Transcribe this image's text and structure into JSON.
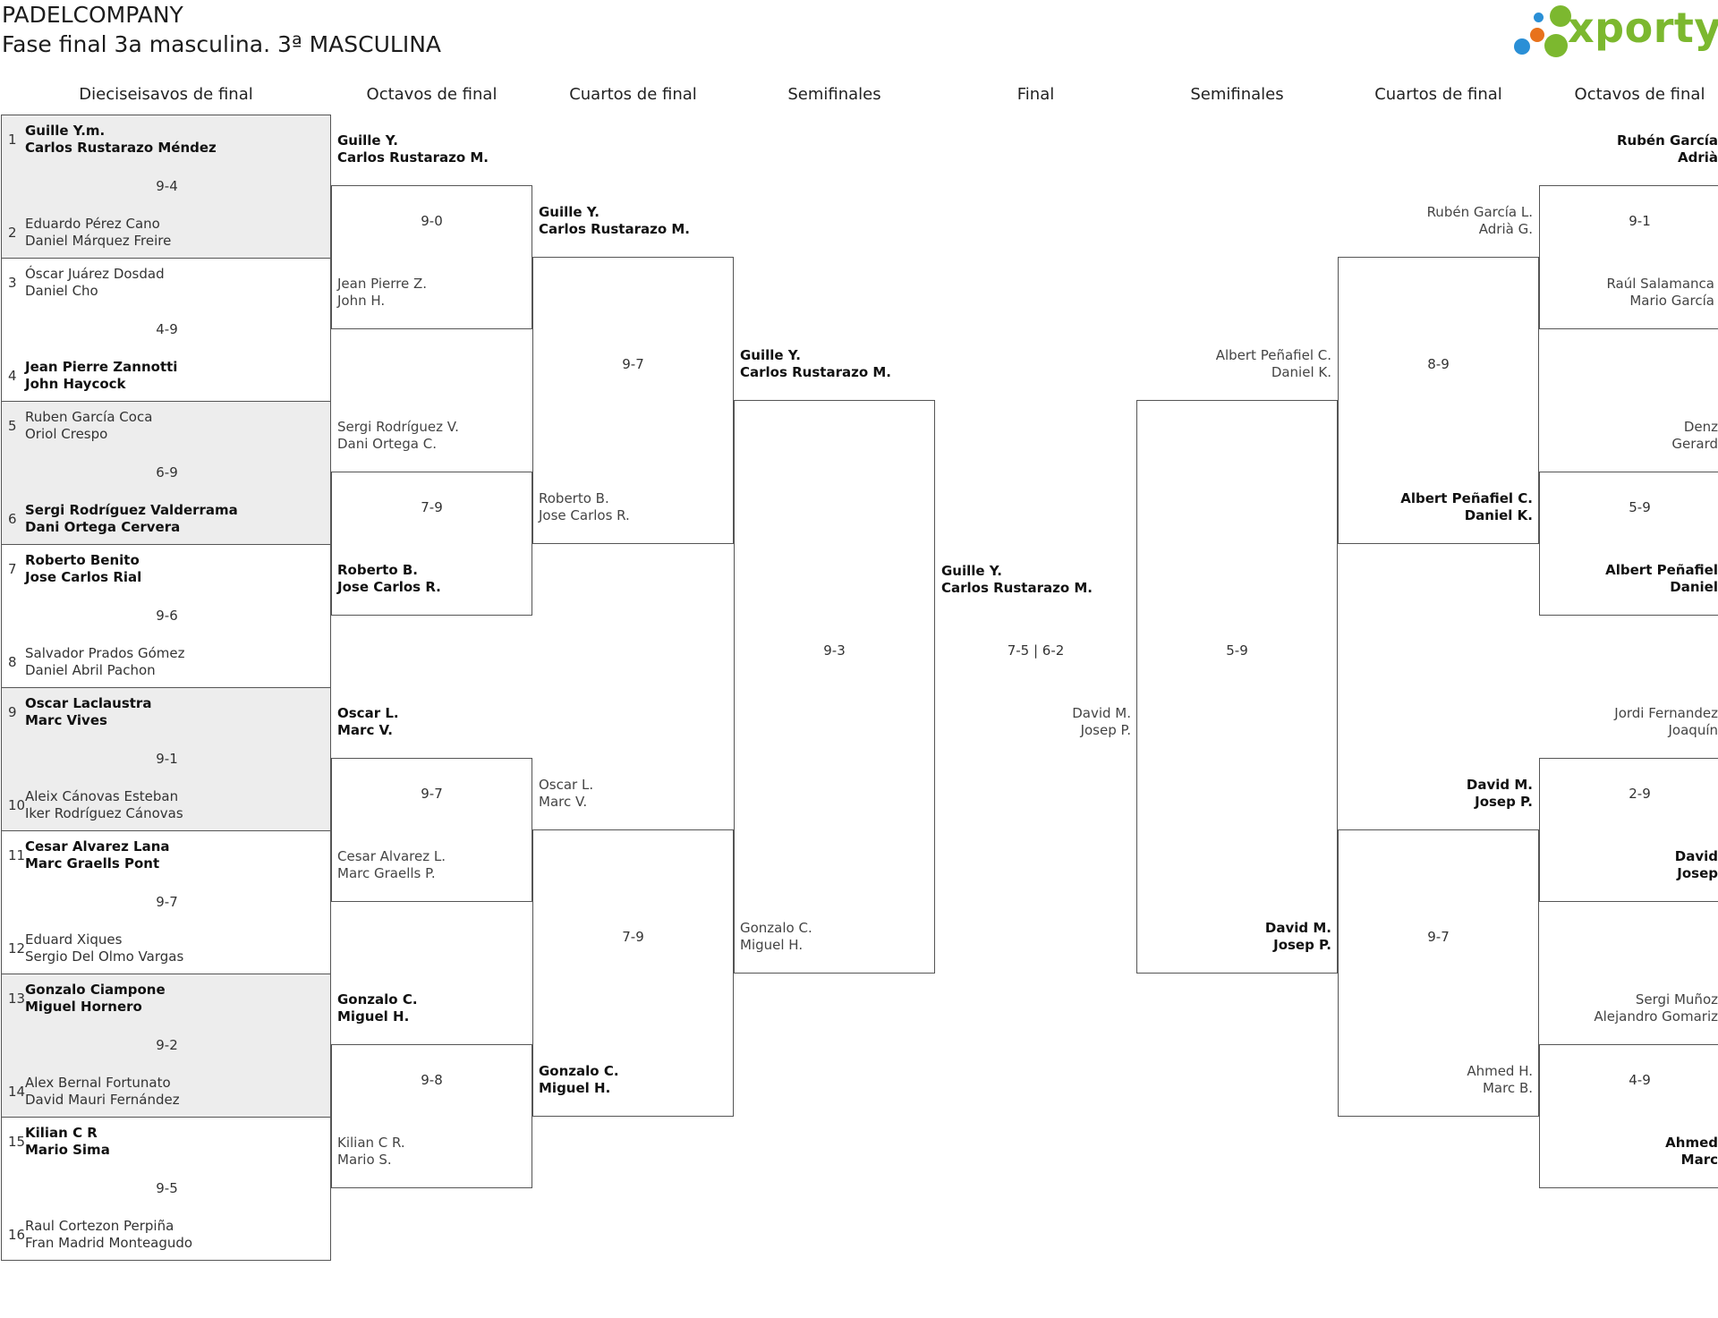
{
  "header": {
    "club": "PADELCOMPANY",
    "title": "Fase final 3a masculina. 3ª MASCULINA",
    "logo_text": "xporty",
    "logo_colors": [
      "#7cb82f",
      "#2a8fd6",
      "#e8721c"
    ]
  },
  "round_headers": [
    "Dieciseisavos de final",
    "Octavos de final",
    "Cuartos de final",
    "Semifinales",
    "Final",
    "Semifinales",
    "Cuartos de final",
    "Octavos de final"
  ],
  "r32": [
    {
      "seed_a": "1",
      "a1": "Guille Y.m.",
      "a2": "Carlos Rustarazo Méndez",
      "score": "9-4",
      "seed_b": "2",
      "b1": "Eduardo Pérez Cano",
      "b2": "Daniel Márquez Freire"
    },
    {
      "seed_a": "3",
      "a1": "Óscar Juárez Dosdad",
      "a2": "Daniel Cho",
      "score": "4-9",
      "seed_b": "4",
      "b1": "Jean Pierre Zannotti",
      "b2": "John Haycock"
    },
    {
      "seed_a": "5",
      "a1": "Ruben García Coca",
      "a2": "Oriol Crespo",
      "score": "6-9",
      "seed_b": "6",
      "b1": "Sergi Rodríguez Valderrama",
      "b2": "Dani Ortega Cervera"
    },
    {
      "seed_a": "7",
      "a1": "Roberto Benito",
      "a2": "Jose Carlos Rial",
      "score": "9-6",
      "seed_b": "8",
      "b1": "Salvador Prados Gómez",
      "b2": "Daniel Abril Pachon"
    },
    {
      "seed_a": "9",
      "a1": "Oscar Laclaustra",
      "a2": "Marc Vives",
      "score": "9-1",
      "seed_b": "10",
      "b1": "Aleix Cánovas Esteban",
      "b2": "Iker Rodríguez Cánovas"
    },
    {
      "seed_a": "11",
      "a1": "Cesar Alvarez Lana",
      "a2": "Marc Graells Pont",
      "score": "9-7",
      "seed_b": "12",
      "b1": "Eduard Xiques",
      "b2": "Sergio Del Olmo Vargas"
    },
    {
      "seed_a": "13",
      "a1": "Gonzalo Ciampone",
      "a2": "Miguel Hornero",
      "score": "9-2",
      "seed_b": "14",
      "b1": "Alex Bernal Fortunato",
      "b2": "David Mauri Fernández"
    },
    {
      "seed_a": "15",
      "a1": "Kilian C R",
      "a2": "Mario Sima",
      "score": "9-5",
      "seed_b": "16",
      "b1": "Raul Cortezon Perpiña",
      "b2": "Fran Madrid Monteagudo"
    }
  ],
  "left_r16": [
    {
      "a1": "Guille Y.",
      "a2": "Carlos Rustarazo M.",
      "score": "9-0",
      "b1": "Jean Pierre Z.",
      "b2": "John H."
    },
    {
      "a1": "Sergi Rodríguez V.",
      "a2": "Dani Ortega C.",
      "score": "7-9",
      "b1": "Roberto B.",
      "b2": "Jose Carlos R."
    },
    {
      "a1": "Oscar L.",
      "a2": "Marc V.",
      "score": "9-7",
      "b1": "Cesar Alvarez L.",
      "b2": "Marc Graells P."
    },
    {
      "a1": "Gonzalo C.",
      "a2": "Miguel H.",
      "score": "9-8",
      "b1": "Kilian C R.",
      "b2": "Mario S."
    }
  ],
  "left_qf": [
    {
      "a1": "Guille Y.",
      "a2": "Carlos Rustarazo M.",
      "score": "9-7",
      "b1": "Roberto B.",
      "b2": "Jose Carlos R."
    },
    {
      "a1": "Oscar L.",
      "a2": "Marc V.",
      "score": "7-9",
      "b1": "Gonzalo C.",
      "b2": "Miguel H."
    }
  ],
  "left_sf": {
    "a1": "Guille Y.",
    "a2": "Carlos Rustarazo M.",
    "score": "9-3",
    "b1": "Gonzalo C.",
    "b2": "Miguel H."
  },
  "final": {
    "a1": "Guille Y.",
    "a2": "Carlos Rustarazo M.",
    "score": "7-5 | 6-2",
    "b1": "David M.",
    "b2": "Josep P."
  },
  "right_sf": {
    "a1": "Albert Peñafiel C.",
    "a2": "Daniel K.",
    "score": "5-9",
    "b1": "David M.",
    "b2": "Josep P."
  },
  "right_qf": [
    {
      "a1": "Rubén García L.",
      "a2": "Adrià G.",
      "score": "8-9",
      "b1": "Albert Peñafiel C.",
      "b2": "Daniel K."
    },
    {
      "a1": "David M.",
      "a2": "Josep P.",
      "score": "9-7",
      "b1": "Ahmed H.",
      "b2": "Marc B."
    }
  ],
  "right_r16": [
    {
      "a1": "Rubén García",
      "a2": "Adrià",
      "score": "9-1",
      "b1": "Raúl Salamanca",
      "b2": "Mario García"
    },
    {
      "a1": "Denz",
      "a2": "Gerard",
      "score": "5-9",
      "b1": "Albert Peñafiel",
      "b2": "Daniel"
    },
    {
      "a1": "Jordi Fernandez",
      "a2": "Joaquín",
      "score": "2-9",
      "b1": "David",
      "b2": "Josep"
    },
    {
      "a1": "Sergi Muñoz",
      "a2": "Alejandro Gomariz",
      "score": "4-9",
      "b1": "Ahmed",
      "b2": "Marc"
    }
  ]
}
